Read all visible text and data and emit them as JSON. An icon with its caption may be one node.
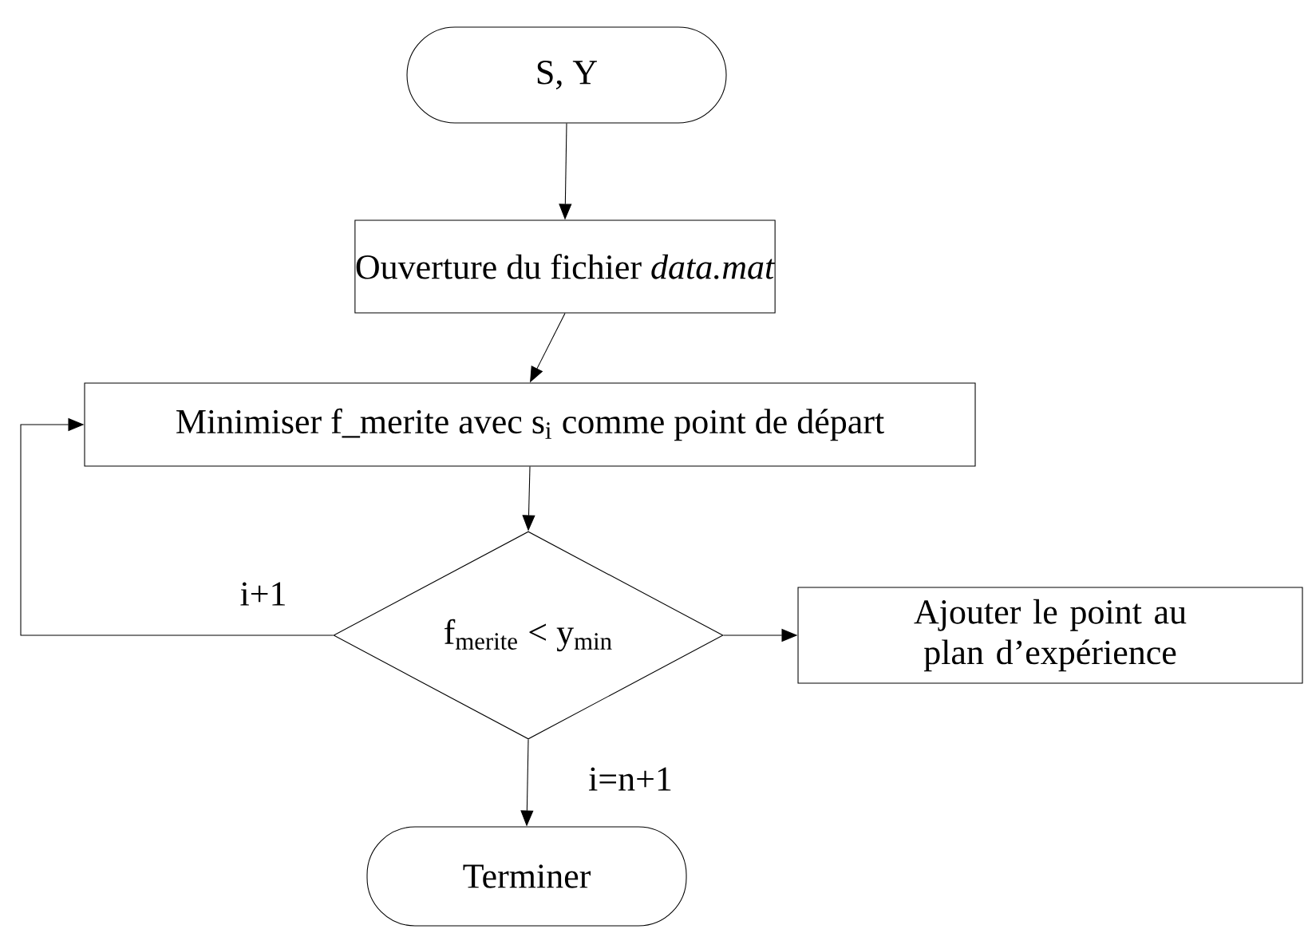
{
  "diagram": {
    "nodes": [
      {
        "text": [
          "S, Y"
        ]
      },
      {
        "text": [
          "Ouverture du fichier *data.mat*"
        ]
      },
      {
        "text": [
          "Minimiser f_merite avec s$_{i}$ comme point de départ"
        ]
      },
      {
        "text": [
          "f$_{merite}$ < y$_{min}$"
        ]
      },
      {
        "text": [
          "Ajouter le point au plan d’expérience"
        ]
      },
      {
        "text": [
          "Terminer"
        ]
      }
    ],
    "edges": [
      {
        "from": 0,
        "to": 1,
        "arrow": "to"
      },
      {
        "from": 1,
        "to": 2,
        "arrow": "to"
      },
      {
        "from": 2,
        "to": 3,
        "arrow": "to"
      },
      {
        "from": 3,
        "to": 4,
        "arrow": "to"
      },
      {
        "from": 3,
        "to": 2,
        "arrow": "to",
        "label": "i+1"
      },
      {
        "from": 3,
        "to": 5,
        "arrow": "to",
        "label": "i=n+1"
      }
    ]
  }
}
